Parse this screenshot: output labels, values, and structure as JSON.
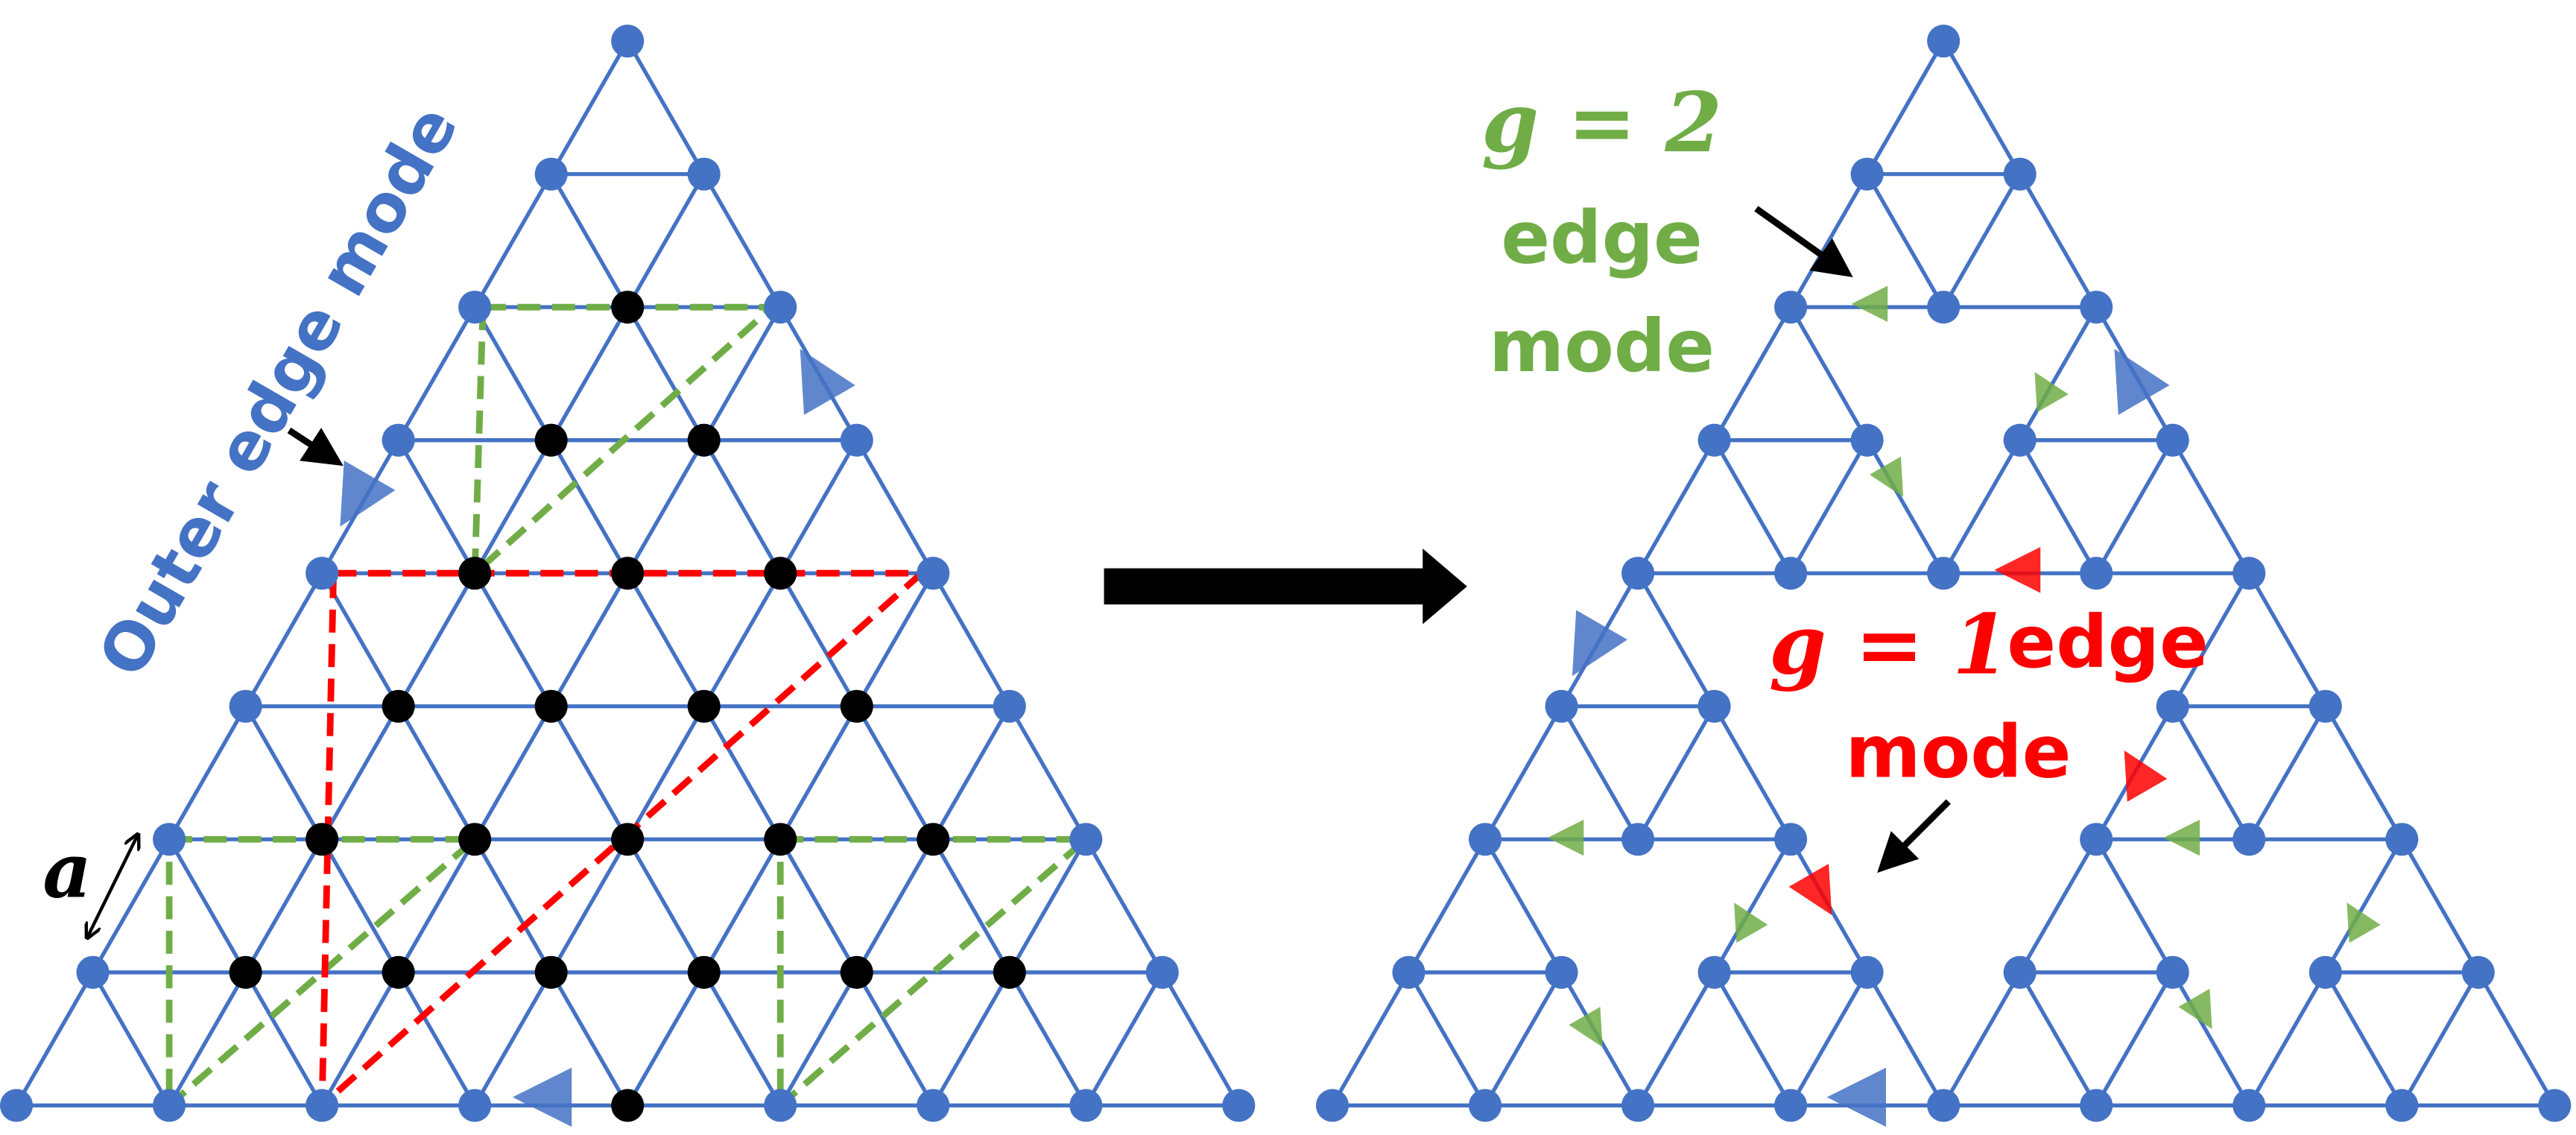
{
  "left_panel": {
    "outer_edge_label": "Outer edge mode",
    "lattice_const_label": "a"
  },
  "right_panel": {
    "g2_label_math": "g = 2",
    "g2_label_text_1": "edge",
    "g2_label_text_2": "mode",
    "g1_label_math": "g = 1",
    "g1_label_text_1": "edge",
    "g1_label_text_2": "mode"
  },
  "colors": {
    "lattice": "#4472C4",
    "green": "#70AD47",
    "red": "#FF0000",
    "black": "#000000"
  }
}
